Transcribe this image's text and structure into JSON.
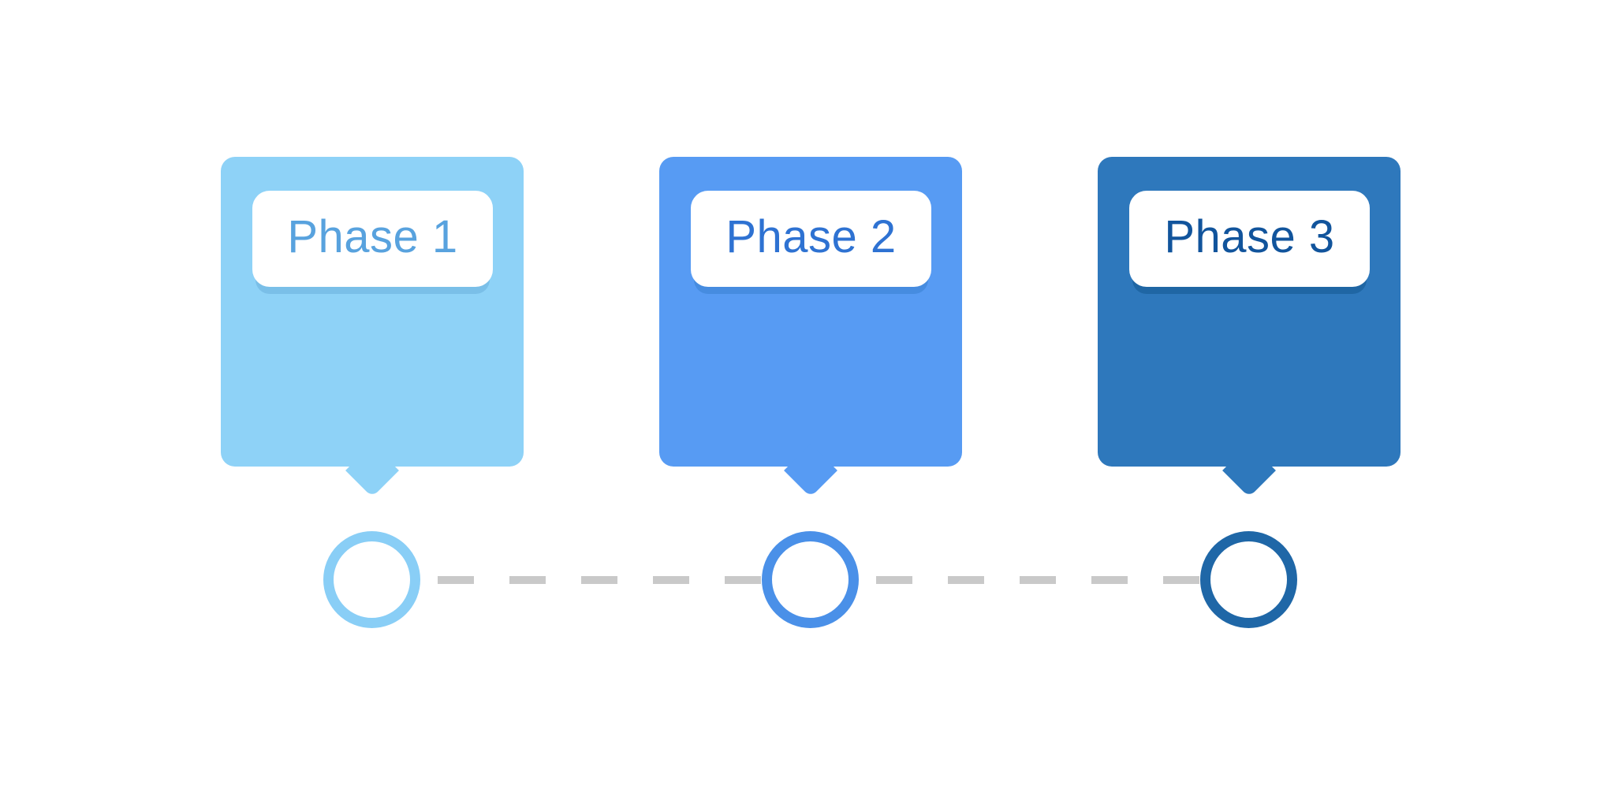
{
  "diagram": {
    "type": "timeline-infographic",
    "background_color": "#FFFFFF",
    "connector": {
      "style": "dashed",
      "color": "#C9C9C9"
    },
    "phases": [
      {
        "label": "Phase 1",
        "card_color": "#8ED2F7",
        "label_bg_color": "#FFFFFF",
        "label_text_color": "#58A2DE",
        "label_shadow_color": "#7ABFE8",
        "node_color": "#89CEF6"
      },
      {
        "label": "Phase 2",
        "card_color": "#579BF3",
        "label_bg_color": "#FFFFFF",
        "label_text_color": "#2E72D2",
        "label_shadow_color": "#468CE0",
        "node_color": "#4A90E8"
      },
      {
        "label": "Phase 3",
        "card_color": "#2E78BC",
        "label_bg_color": "#FFFFFF",
        "label_text_color": "#11549C",
        "label_shadow_color": "#1F66A4",
        "node_color": "#1F67A7"
      }
    ]
  }
}
